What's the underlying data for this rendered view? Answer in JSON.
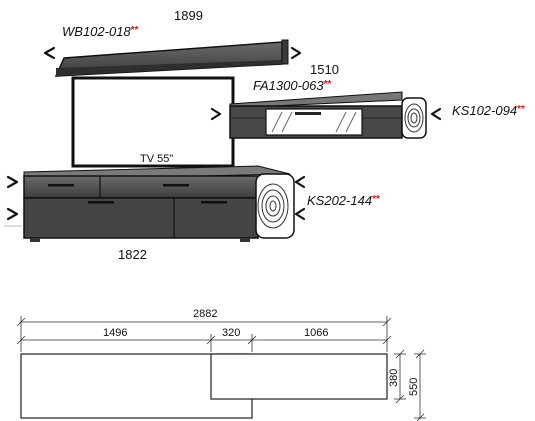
{
  "products": {
    "wallboard": {
      "code": "WB102-018",
      "mark": "**",
      "width": "1899"
    },
    "glass_front": {
      "code": "FA1300-063",
      "mark": "**",
      "width": "1510"
    },
    "hanging_cabinet": {
      "code": "KS102-094",
      "mark": "**"
    },
    "lowboard": {
      "code": "KS202-144",
      "mark": "**",
      "width": "1822"
    },
    "tv": {
      "label": "TV 55\""
    }
  },
  "plan": {
    "total_width": "2882",
    "left_width": "1496",
    "gap": "320",
    "right_width": "1066",
    "height_upper": "380",
    "height_total": "550"
  },
  "colors": {
    "cabinet_top": "#5a5a5a",
    "cabinet_body": "#404040",
    "outline": "#111111",
    "asterisk": "#e01818"
  }
}
